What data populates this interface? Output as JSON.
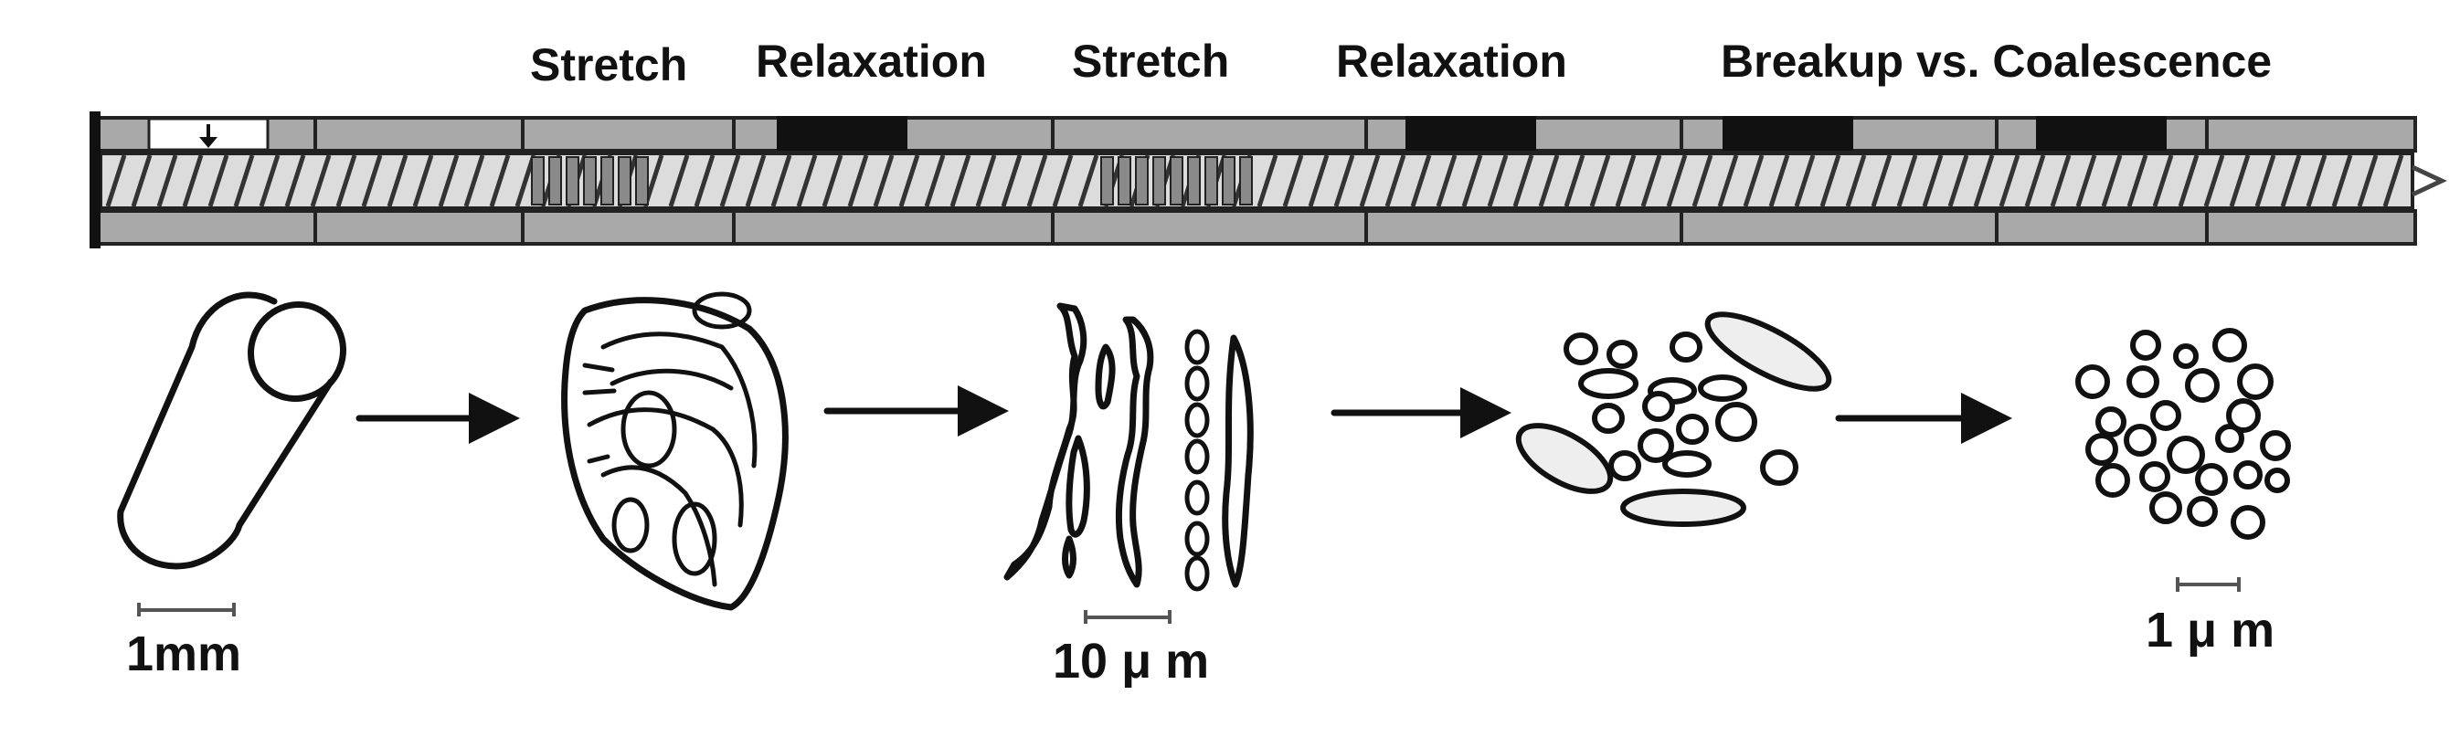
{
  "stage_labels": {
    "stretch_1": "Stretch",
    "relaxation_1": "Relaxation",
    "stretch_2": "Stretch",
    "relaxation_2": "Relaxation",
    "breakup": "Breakup vs. Coalescence"
  },
  "scale_labels": {
    "pellet": "1mm",
    "filaments": "10 μ m",
    "droplets": "1 μ m"
  },
  "colors": {
    "barrel": "#a9a9a9",
    "kneading_block": "#111111",
    "screw": "#dcdcdc",
    "ink": "#111111"
  },
  "icons": {
    "feed": "down-arrow-icon",
    "exit": "chevron-right-icon",
    "process_arrow": "right-arrow-icon"
  }
}
